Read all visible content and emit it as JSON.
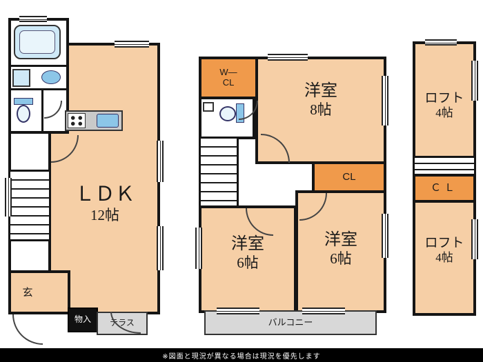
{
  "colors": {
    "room": "#f6cfa6",
    "closet": "#f09a4b",
    "outdoor": "#d8d8d8",
    "fixture-light": "#cfe9f7",
    "fixture-blue": "#8cc6e8",
    "wall": "#151515"
  },
  "floor1": {
    "ldk": {
      "name": "ＬＤＫ",
      "size": "12帖"
    },
    "genkan": "玄",
    "storage": "物入",
    "terrace": "テラス"
  },
  "floor2": {
    "wcl_line1": "W―",
    "wcl_line2": "CL",
    "room8": {
      "name": "洋室",
      "size": "8帖"
    },
    "cl": "CL",
    "room6a": {
      "name": "洋室",
      "size": "6帖"
    },
    "room6b": {
      "name": "洋室",
      "size": "6帖"
    },
    "balcony": "バルコニー"
  },
  "loft": {
    "loft1": {
      "name": "ロフト",
      "size": "4帖"
    },
    "cl": "ＣＬ",
    "loft2": {
      "name": "ロフト",
      "size": "4帖"
    }
  },
  "footer": {
    "note": "※図面と現況が異なる場合は現況を優先します"
  }
}
